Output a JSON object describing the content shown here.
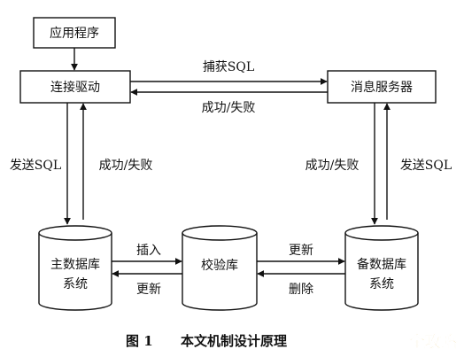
{
  "nodes": {
    "app": "应用程序",
    "driver": "连接驱动",
    "msg_server": "消息服务器",
    "master_db": [
      "主数据库",
      "系统"
    ],
    "check_db": "校验库",
    "backup_db": [
      "备数据库",
      "系统"
    ]
  },
  "edges": {
    "capture_sql": "捕获SQL",
    "success_fail_top": "成功/失败",
    "send_sql_left": "发送SQL",
    "success_fail_left": "成功/失败",
    "success_fail_right": "成功/失败",
    "send_sql_right": "发送SQL",
    "insert": "插入",
    "update_left": "更新",
    "update_right": "更新",
    "delete": "删除"
  },
  "caption": {
    "number": "图 1",
    "text": "本文机制设计原理"
  },
  "watermark": "全攻略"
}
